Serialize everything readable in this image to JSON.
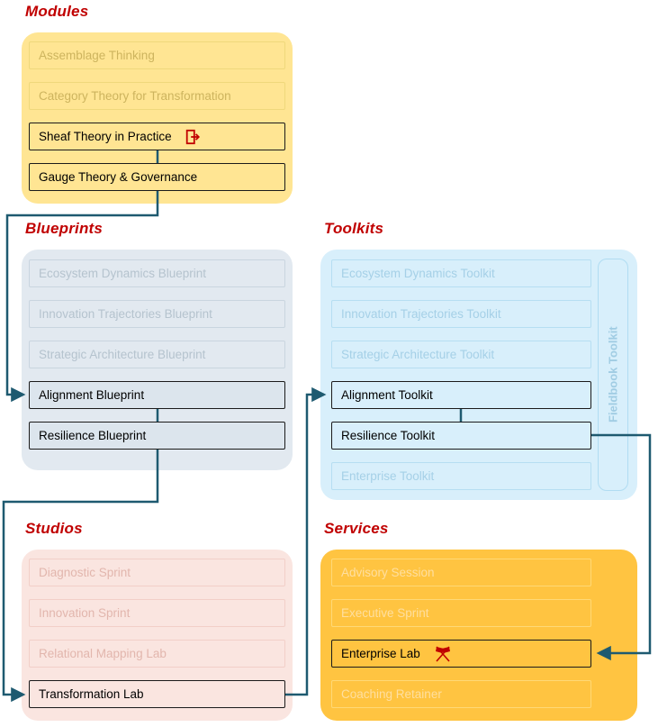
{
  "colors": {
    "heading_red": "#C00000",
    "connector_teal": "#1E5A70",
    "icon_red": "#C00000",
    "modules_fill": "#FFE593",
    "blueprints_fill": "#E2E9F0",
    "toolkits_fill": "#D8EFFB",
    "studios_fill": "#FAE5E0",
    "services_fill": "#FFC441"
  },
  "modules": {
    "label": "Modules",
    "items": [
      {
        "label": "Assemblage Thinking",
        "state": "dimmed"
      },
      {
        "label": "Category Theory for Transformation",
        "state": "dimmed"
      },
      {
        "label": "Sheaf Theory in Practice",
        "state": "highlighted",
        "icon": "exit-door"
      },
      {
        "label": "Gauge Theory & Governance",
        "state": "highlighted"
      }
    ]
  },
  "blueprints": {
    "label": "Blueprints",
    "items": [
      {
        "label": "Ecosystem Dynamics Blueprint",
        "state": "dimmed"
      },
      {
        "label": "Innovation Trajectories Blueprint",
        "state": "dimmed"
      },
      {
        "label": "Strategic Architecture Blueprint",
        "state": "dimmed"
      },
      {
        "label": "Alignment Blueprint",
        "state": "highlighted"
      },
      {
        "label": "Resilience Blueprint",
        "state": "highlighted"
      }
    ]
  },
  "toolkits": {
    "label": "Toolkits",
    "sidebar_label": "Fieldbook Toolkit",
    "items": [
      {
        "label": "Ecosystem Dynamics Toolkit",
        "state": "dimmed"
      },
      {
        "label": "Innovation Trajectories Toolkit",
        "state": "dimmed"
      },
      {
        "label": "Strategic Architecture Toolkit",
        "state": "dimmed"
      },
      {
        "label": "Alignment Toolkit",
        "state": "highlighted"
      },
      {
        "label": "Resilience Toolkit",
        "state": "highlighted"
      },
      {
        "label": "Enterprise Toolkit",
        "state": "dimmed"
      }
    ]
  },
  "studios": {
    "label": "Studios",
    "items": [
      {
        "label": "Diagnostic Sprint",
        "state": "dimmed"
      },
      {
        "label": "Innovation Sprint",
        "state": "dimmed"
      },
      {
        "label": "Relational Mapping Lab",
        "state": "dimmed"
      },
      {
        "label": "Transformation Lab",
        "state": "highlighted"
      }
    ]
  },
  "services": {
    "label": "Services",
    "items": [
      {
        "label": "Advisory Session",
        "state": "dimmed"
      },
      {
        "label": "Executive Sprint",
        "state": "dimmed"
      },
      {
        "label": "Enterprise Lab",
        "state": "highlighted",
        "icon": "checkered-flags"
      },
      {
        "label": "Coaching Retainer",
        "state": "dimmed"
      }
    ]
  }
}
